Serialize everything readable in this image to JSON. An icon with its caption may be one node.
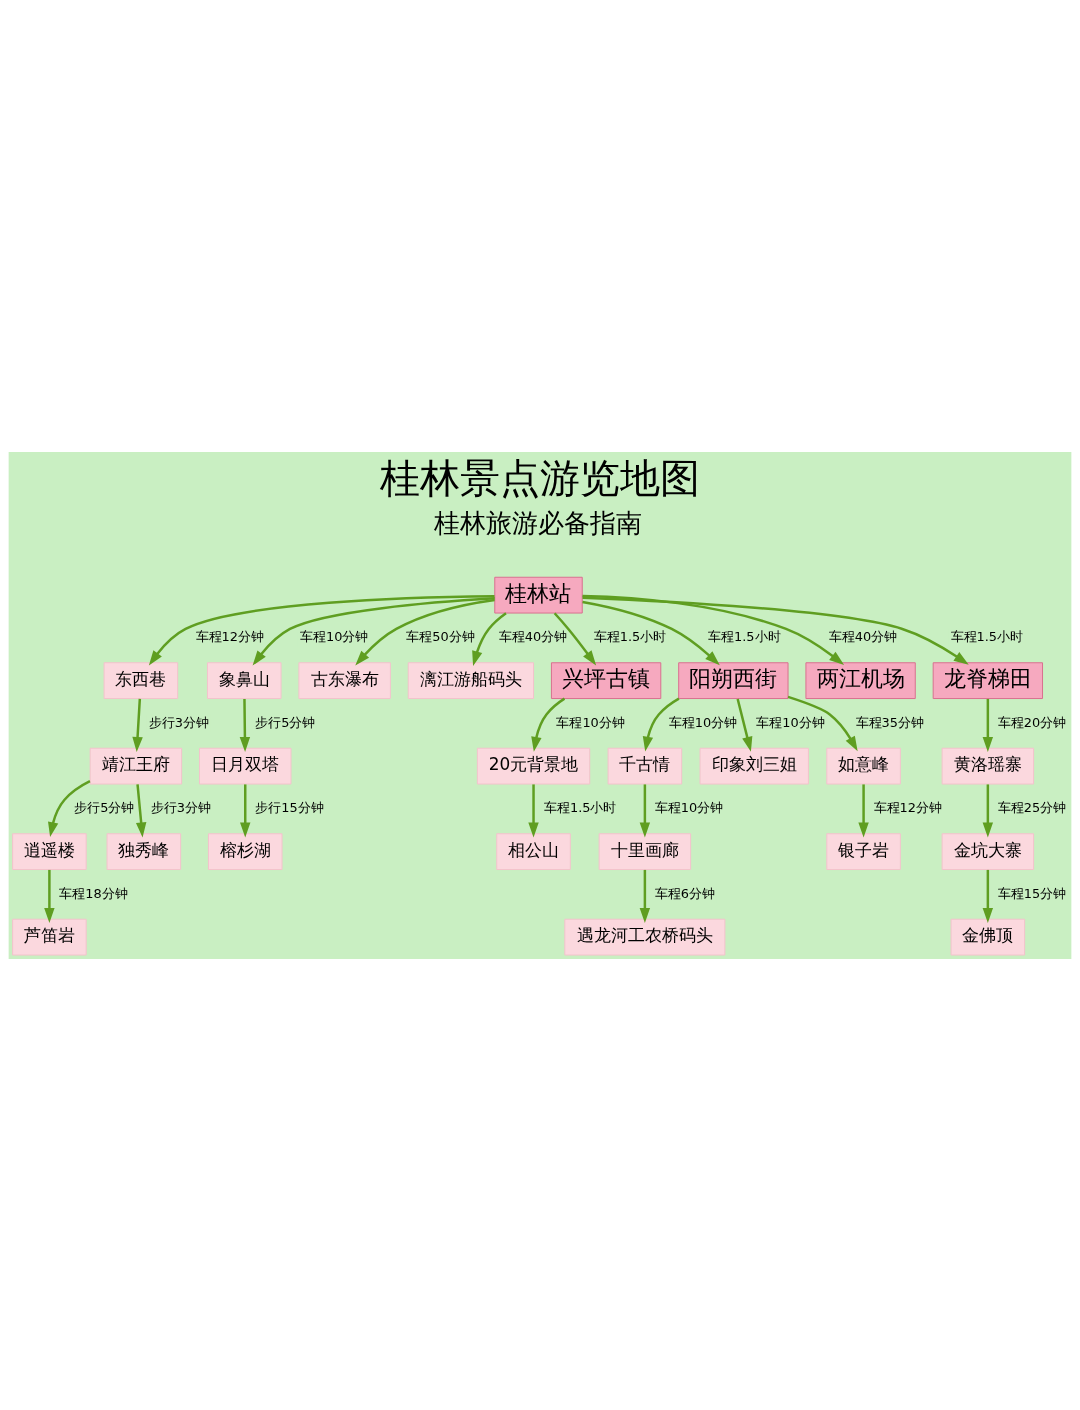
{
  "diagram": {
    "title": "桂林景点游览地图",
    "nodes": [
      {
        "text": [
          "桂林站"
        ]
      },
      {
        "text": [
          "东西巷"
        ]
      },
      {
        "text": [
          "靖江王府"
        ]
      },
      {
        "text": [
          "逍遥楼"
        ]
      },
      {
        "text": [
          "芦笛岩"
        ]
      },
      {
        "text": [
          "独秀峰"
        ]
      },
      {
        "text": [
          "象鼻山"
        ]
      },
      {
        "text": [
          "日月双塔"
        ]
      },
      {
        "text": [
          "榕杉湖"
        ]
      },
      {
        "text": [
          "古东瀑布"
        ]
      },
      {
        "text": [
          "漓江游船码头"
        ]
      },
      {
        "text": [
          "兴坪古镇"
        ]
      },
      {
        "text": [
          "20元背景地"
        ]
      },
      {
        "text": [
          "相公山"
        ]
      },
      {
        "text": [
          "阳朔西街"
        ]
      },
      {
        "text": [
          "千古情"
        ]
      },
      {
        "text": [
          "十里画廊"
        ]
      },
      {
        "text": [
          "遇龙河工农桥码头"
        ]
      },
      {
        "text": [
          "印象刘三姐"
        ]
      },
      {
        "text": [
          "如意峰"
        ]
      },
      {
        "text": [
          "银子岩"
        ]
      },
      {
        "text": [
          "两江机场"
        ]
      },
      {
        "text": [
          "龙脊梯田"
        ]
      },
      {
        "text": [
          "黄洛瑶寨"
        ]
      },
      {
        "text": [
          "金坑大寨"
        ]
      },
      {
        "text": [
          "金佛顶"
        ]
      }
    ],
    "edges": [
      {
        "from": 0,
        "to": 1,
        "arrow": "to",
        "label": "车程12分钟"
      },
      {
        "from": 1,
        "to": 2,
        "arrow": "to",
        "label": "步行3分钟"
      },
      {
        "from": 2,
        "to": 3,
        "arrow": "to",
        "label": "步行5分钟"
      },
      {
        "from": 3,
        "to": 4,
        "arrow": "to",
        "label": "车程18分钟"
      },
      {
        "from": 2,
        "to": 5,
        "arrow": "to",
        "label": "步行3分钟"
      },
      {
        "from": 0,
        "to": 6,
        "arrow": "to",
        "label": "车程10分钟"
      },
      {
        "from": 6,
        "to": 7,
        "arrow": "to",
        "label": "步行5分钟"
      },
      {
        "from": 7,
        "to": 8,
        "arrow": "to",
        "label": "步行15分钟"
      },
      {
        "from": 0,
        "to": 9,
        "arrow": "to",
        "label": "车程50分钟"
      },
      {
        "from": 0,
        "to": 10,
        "arrow": "to",
        "label": "车程40分钟"
      },
      {
        "from": 0,
        "to": 11,
        "arrow": "to",
        "label": "车程1.5小时"
      },
      {
        "from": 11,
        "to": 12,
        "arrow": "to",
        "label": "车程10分钟"
      },
      {
        "from": 12,
        "to": 13,
        "arrow": "to",
        "label": "车程1.5小时"
      },
      {
        "from": 0,
        "to": 14,
        "arrow": "to",
        "label": "车程1.5小时"
      },
      {
        "from": 14,
        "to": 15,
        "arrow": "to",
        "label": "车程10分钟"
      },
      {
        "from": 15,
        "to": 16,
        "arrow": "to",
        "label": "车程10分钟"
      },
      {
        "from": 16,
        "to": 17,
        "arrow": "to",
        "label": "车程6分钟"
      },
      {
        "from": 14,
        "to": 18,
        "arrow": "to",
        "label": "车程10分钟"
      },
      {
        "from": 14,
        "to": 19,
        "arrow": "to",
        "label": "车程35分钟"
      },
      {
        "from": 19,
        "to": 20,
        "arrow": "to",
        "label": "车程12分钟"
      },
      {
        "from": 0,
        "to": 21,
        "arrow": "to",
        "label": "车程40分钟"
      },
      {
        "from": 0,
        "to": 22,
        "arrow": "to",
        "label": "车程1.5小时"
      },
      {
        "from": 22,
        "to": 23,
        "arrow": "to",
        "label": "车程20分钟"
      },
      {
        "from": 23,
        "to": 24,
        "arrow": "to",
        "label": "车程25分钟"
      },
      {
        "from": 24,
        "to": 25,
        "arrow": "to",
        "label": "车程15分钟"
      }
    ],
    "labels": [
      "桂林旅游必备指南"
    ]
  }
}
